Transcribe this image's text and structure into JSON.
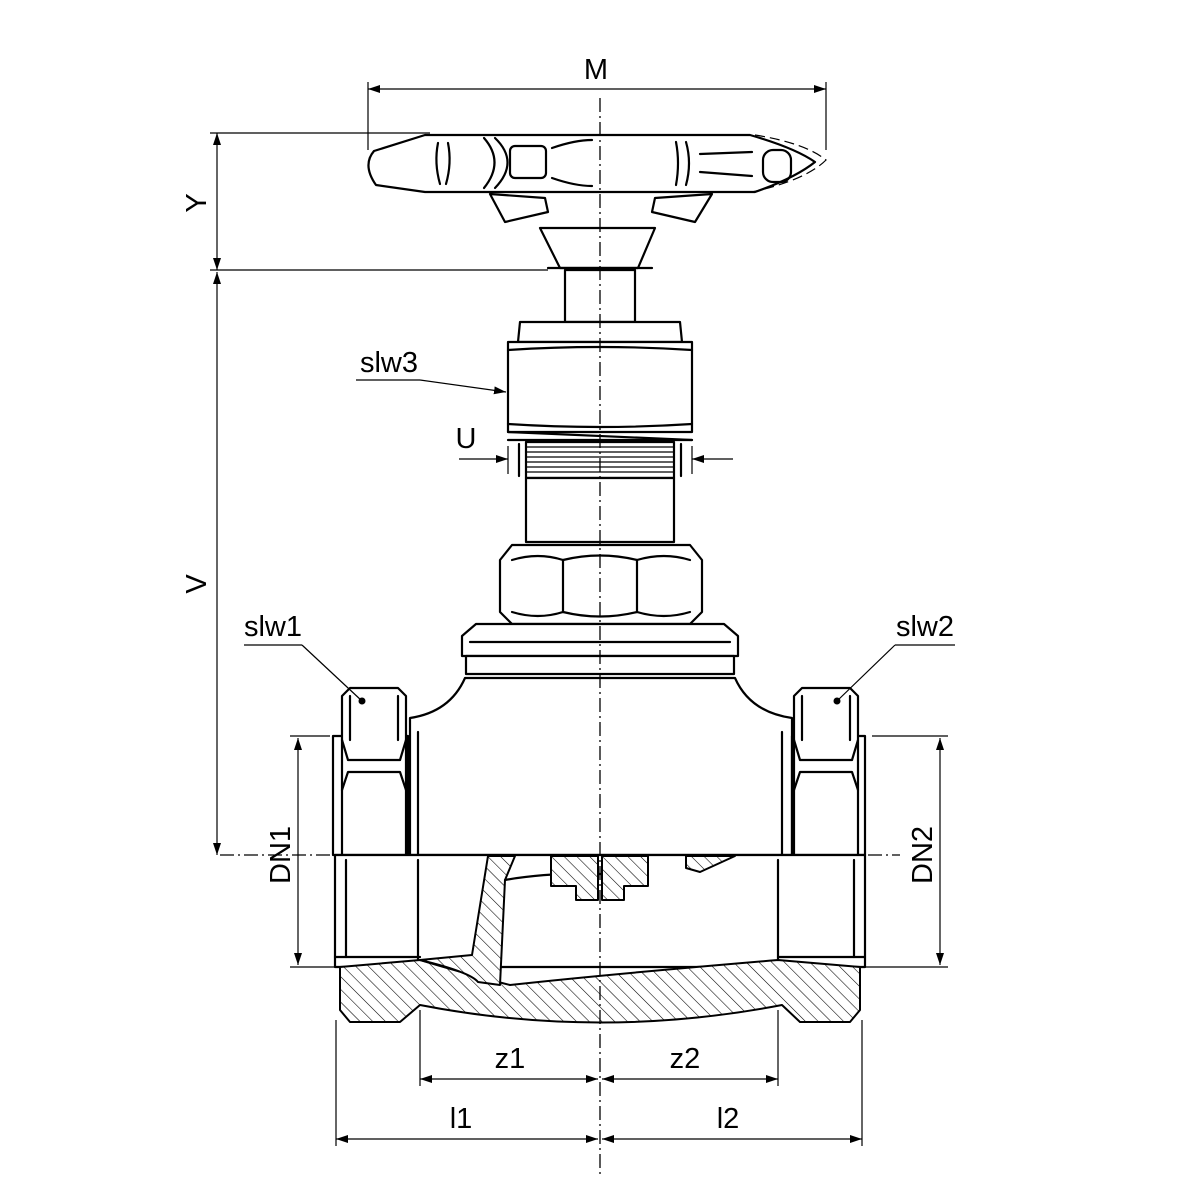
{
  "labels": {
    "M": "M",
    "Y": "Y",
    "V": "V",
    "U": "U",
    "slw1": "slw1",
    "slw2": "slw2",
    "slw3": "slw3",
    "DN1": "DN1",
    "DN2": "DN2",
    "z1": "z1",
    "z2": "z2",
    "l1": "l1",
    "l2": "l2"
  }
}
